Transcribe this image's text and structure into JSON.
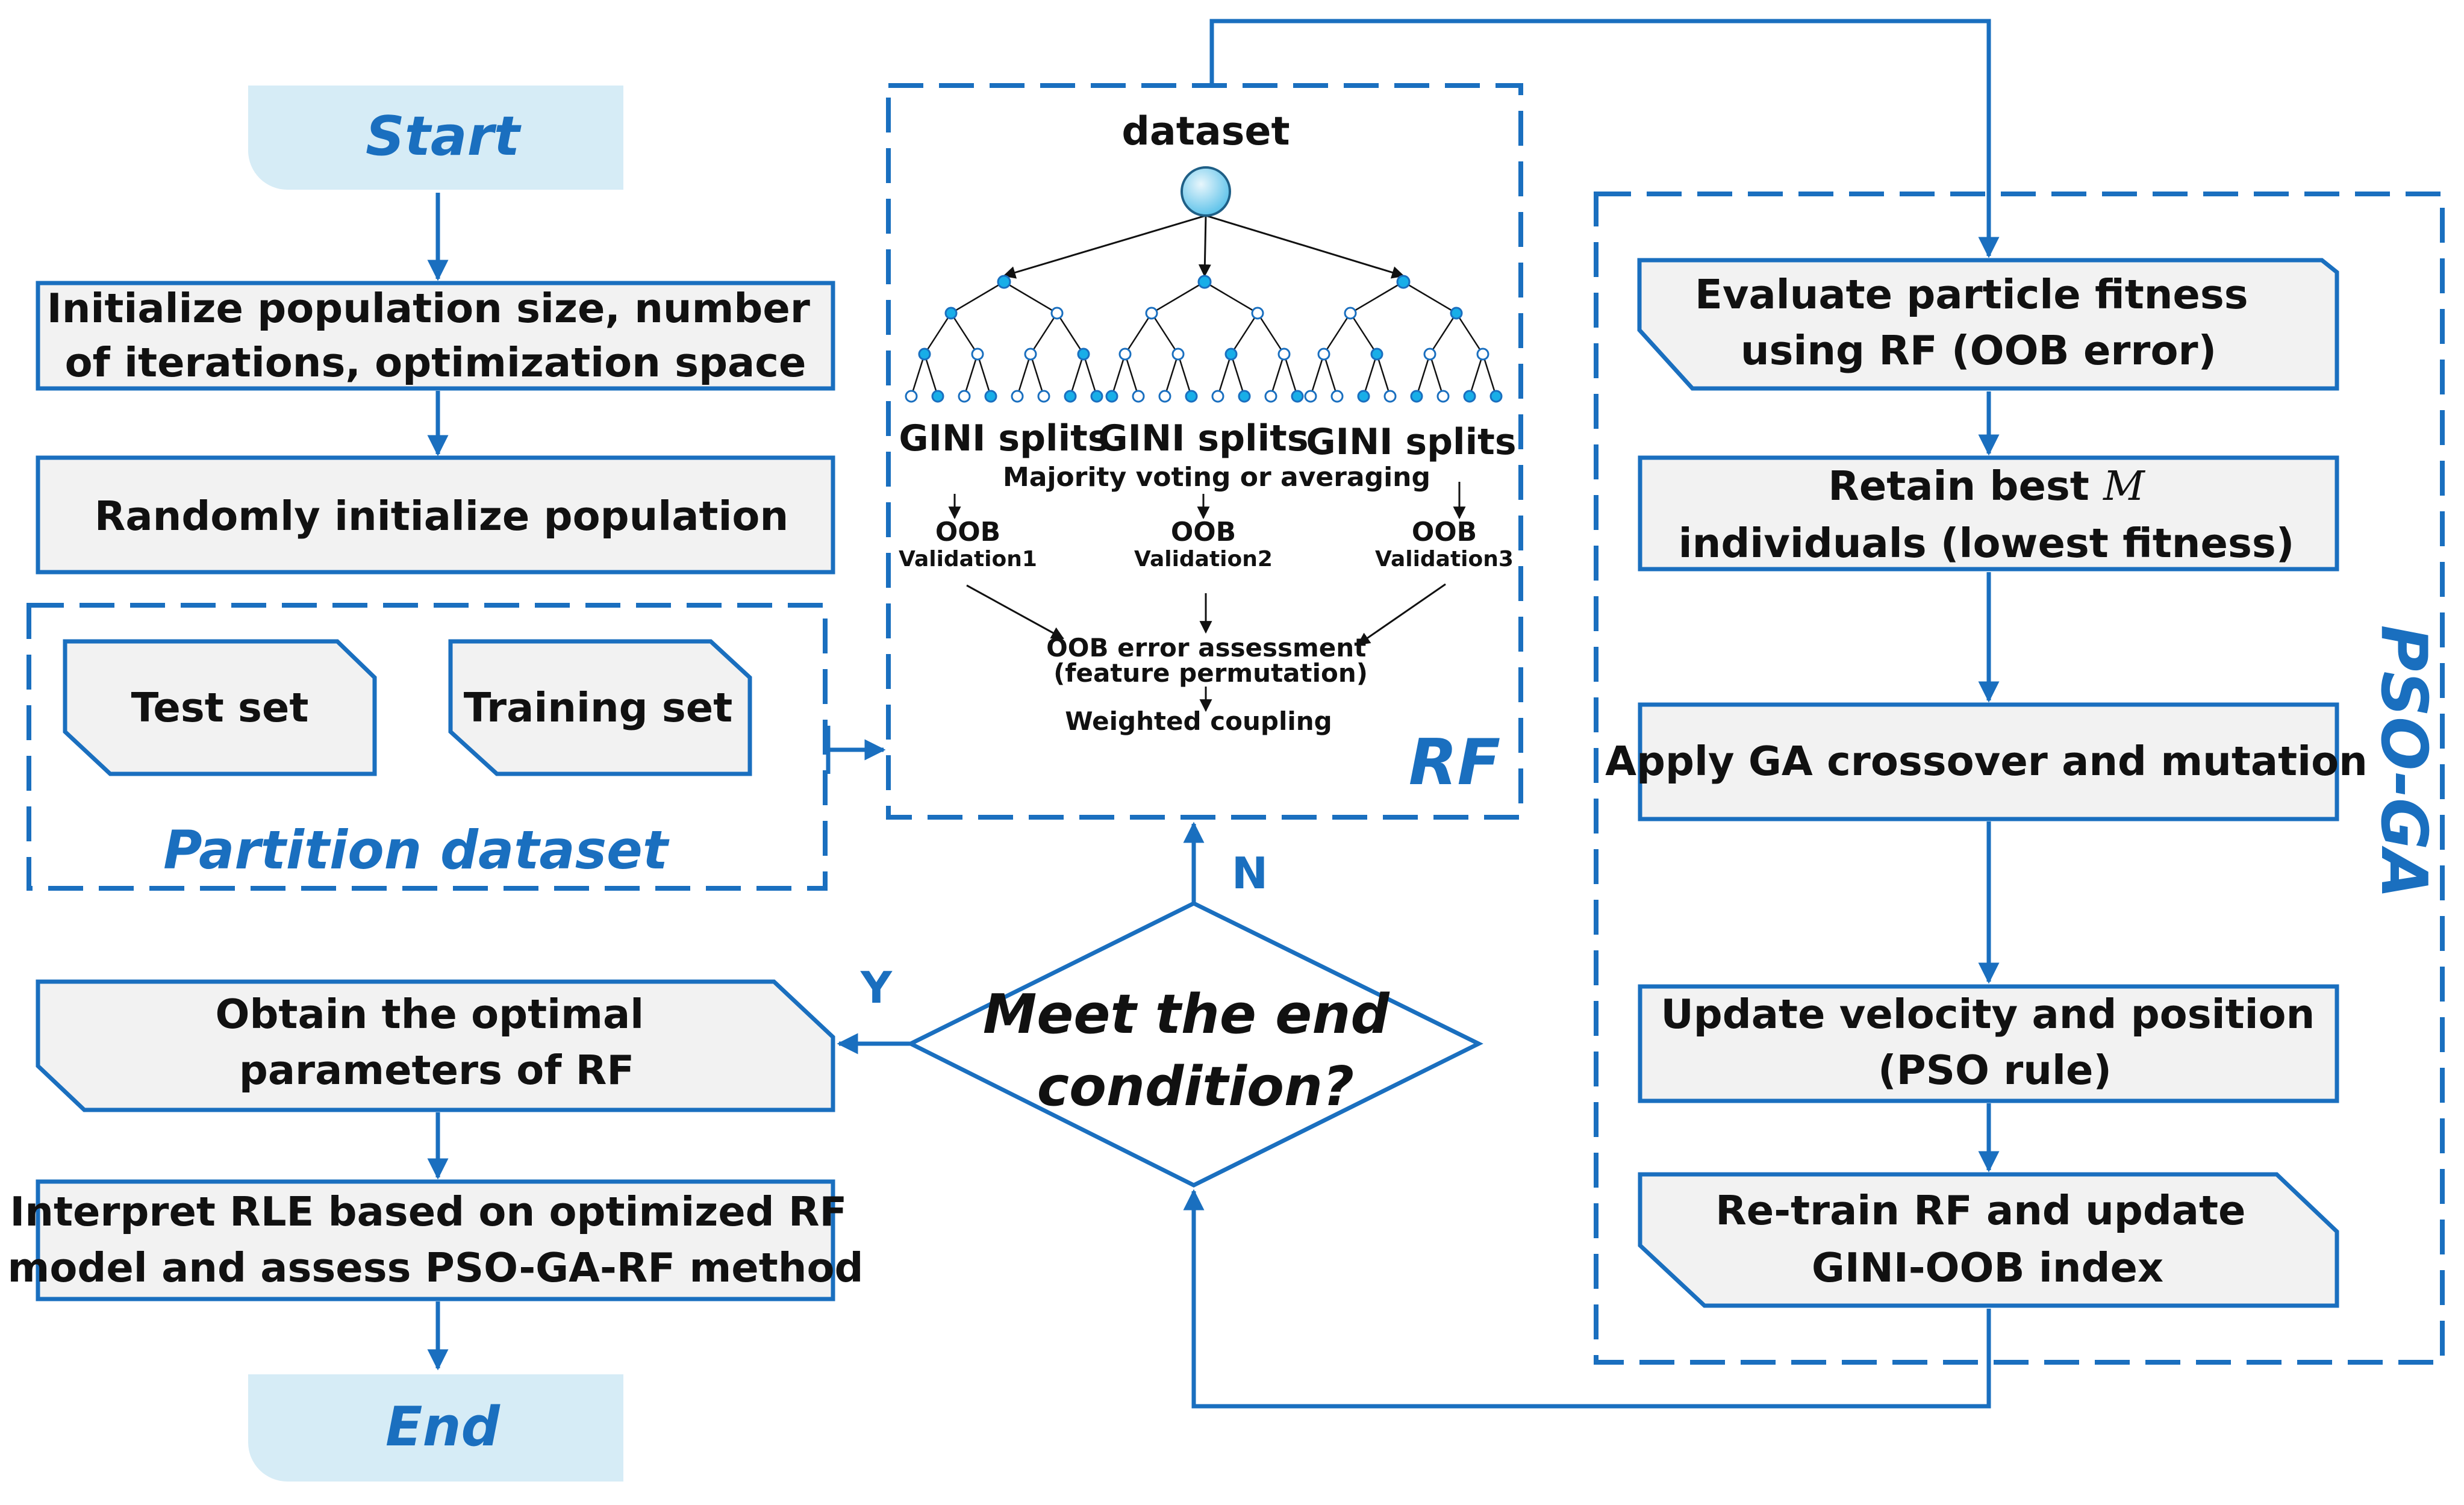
{
  "colors": {
    "primary": "#1a6fbf",
    "box_fill": "#f2f2f2",
    "terminal_fill": "#d6ecf6",
    "node_blue": "#18aee8"
  },
  "terminals": {
    "start": "Start",
    "end": "End"
  },
  "main_flow": {
    "init": [
      "Initialize population size, number",
      "of iterations, optimization space"
    ],
    "random_init": "Randomly initialize population",
    "obtain": [
      "Obtain the optimal",
      "parameters of RF"
    ],
    "interpret": [
      "Interpret RLE based on optimized RF",
      "model and assess PSO-GA-RF method"
    ]
  },
  "partition": {
    "label": "Partition dataset",
    "test_set": "Test set",
    "training_set": "Training set"
  },
  "rf": {
    "label": "RF",
    "dataset": "dataset",
    "gini": [
      "GINI splits",
      "GINI splits",
      "GINI splits"
    ],
    "voting": "Majority voting or averaging",
    "oob": [
      "OOB",
      "OOB",
      "OOB"
    ],
    "validation": [
      "Validation1",
      "Validation2",
      "Validation3"
    ],
    "assessment": [
      "OOB error assessment",
      "(feature  permutation)"
    ],
    "coupling": "Weighted coupling"
  },
  "decision": {
    "text": [
      "Meet the end",
      "condition?"
    ],
    "yes": "Y",
    "no": "N"
  },
  "pso_ga": {
    "label": "PSO-GA",
    "evaluate": [
      "Evaluate particle fitness",
      "using RF (OOB error)"
    ],
    "retain": {
      "prefix": "Retain best ",
      "var": "M",
      "line2": "individuals (lowest fitness)"
    },
    "crossover": "Apply GA crossover and mutation",
    "update": [
      "Update velocity and position",
      "(PSO rule)"
    ],
    "retrain": [
      "Re-train RF and update",
      "GINI-OOB index"
    ]
  }
}
